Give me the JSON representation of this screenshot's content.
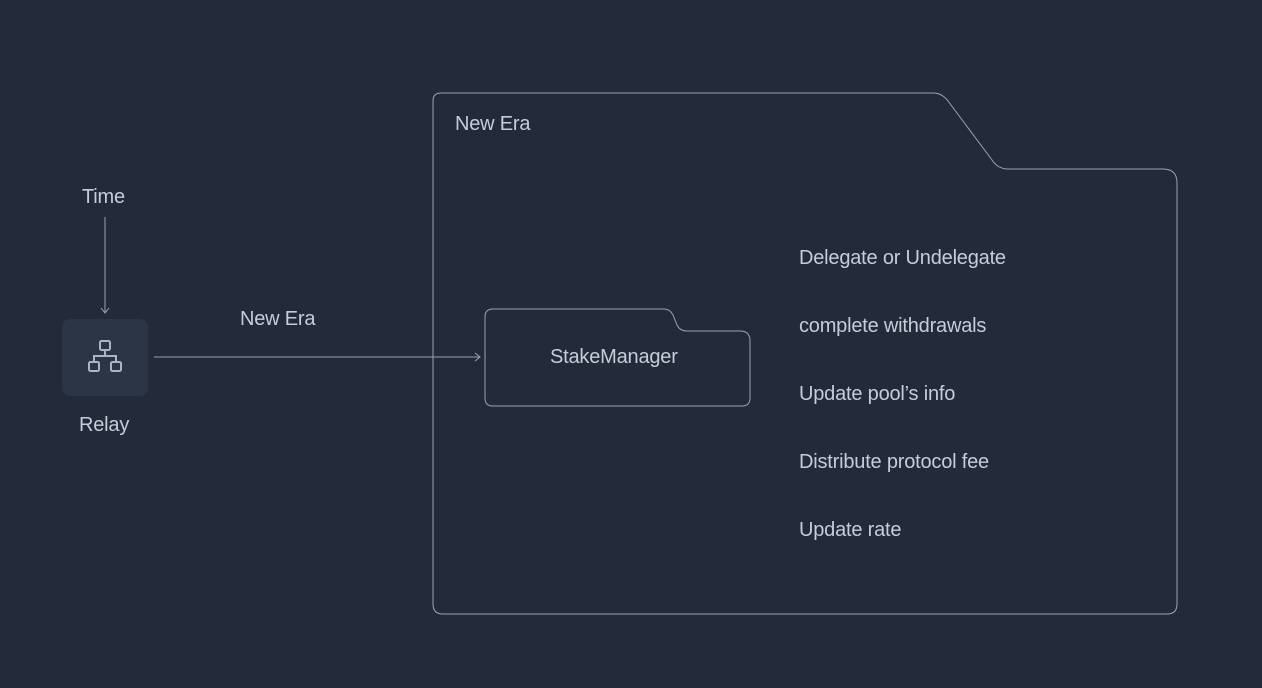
{
  "diagram": {
    "trigger": {
      "label": "Time"
    },
    "relay": {
      "label": "Relay",
      "icon": "sitemap-icon"
    },
    "edge": {
      "label": "New Era"
    },
    "container": {
      "title": "New Era",
      "component": {
        "label": "StakeManager"
      },
      "actions": [
        {
          "label": "Delegate or Undelegate"
        },
        {
          "label": "complete withdrawals"
        },
        {
          "label": "Update pool’s info"
        },
        {
          "label": "Distribute protocol fee"
        },
        {
          "label": "Update rate"
        }
      ]
    }
  },
  "colors": {
    "background": "#232b3b",
    "stroke": "#9aa3b2",
    "text": "#c7ccd6",
    "relay_fill": "#2c3545"
  }
}
